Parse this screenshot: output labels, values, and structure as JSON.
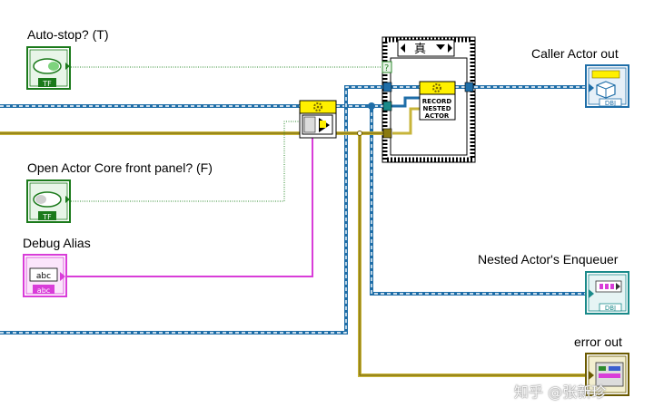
{
  "labels": {
    "auto_stop": "Auto-stop? (T)",
    "open_front_panel": "Open Actor Core front panel? (F)",
    "debug_alias": "Debug Alias",
    "caller_actor_out": "Caller Actor out",
    "nested_enqueuer": "Nested Actor's Enqueuer",
    "error_out": "error out"
  },
  "terminals": {
    "bool_tag": "TF",
    "string_value": "abc",
    "string_tag": "abc",
    "dbl_tag": "DBJ"
  },
  "case_structure": {
    "selector": "真",
    "question_tag": "?"
  },
  "subvi": {
    "record_line1": "RECORD",
    "record_line2": "NESTED",
    "record_line3": "ACTOR"
  },
  "watermark": "知乎 @张新珍",
  "colors": {
    "class_wire": "#1f6ea8",
    "error_wire": "#c7b43a",
    "boolean_wire": "#2e8b2e",
    "string_wire": "#d93dd9",
    "node_fill": "#fff000",
    "case_frame": "#000000"
  }
}
